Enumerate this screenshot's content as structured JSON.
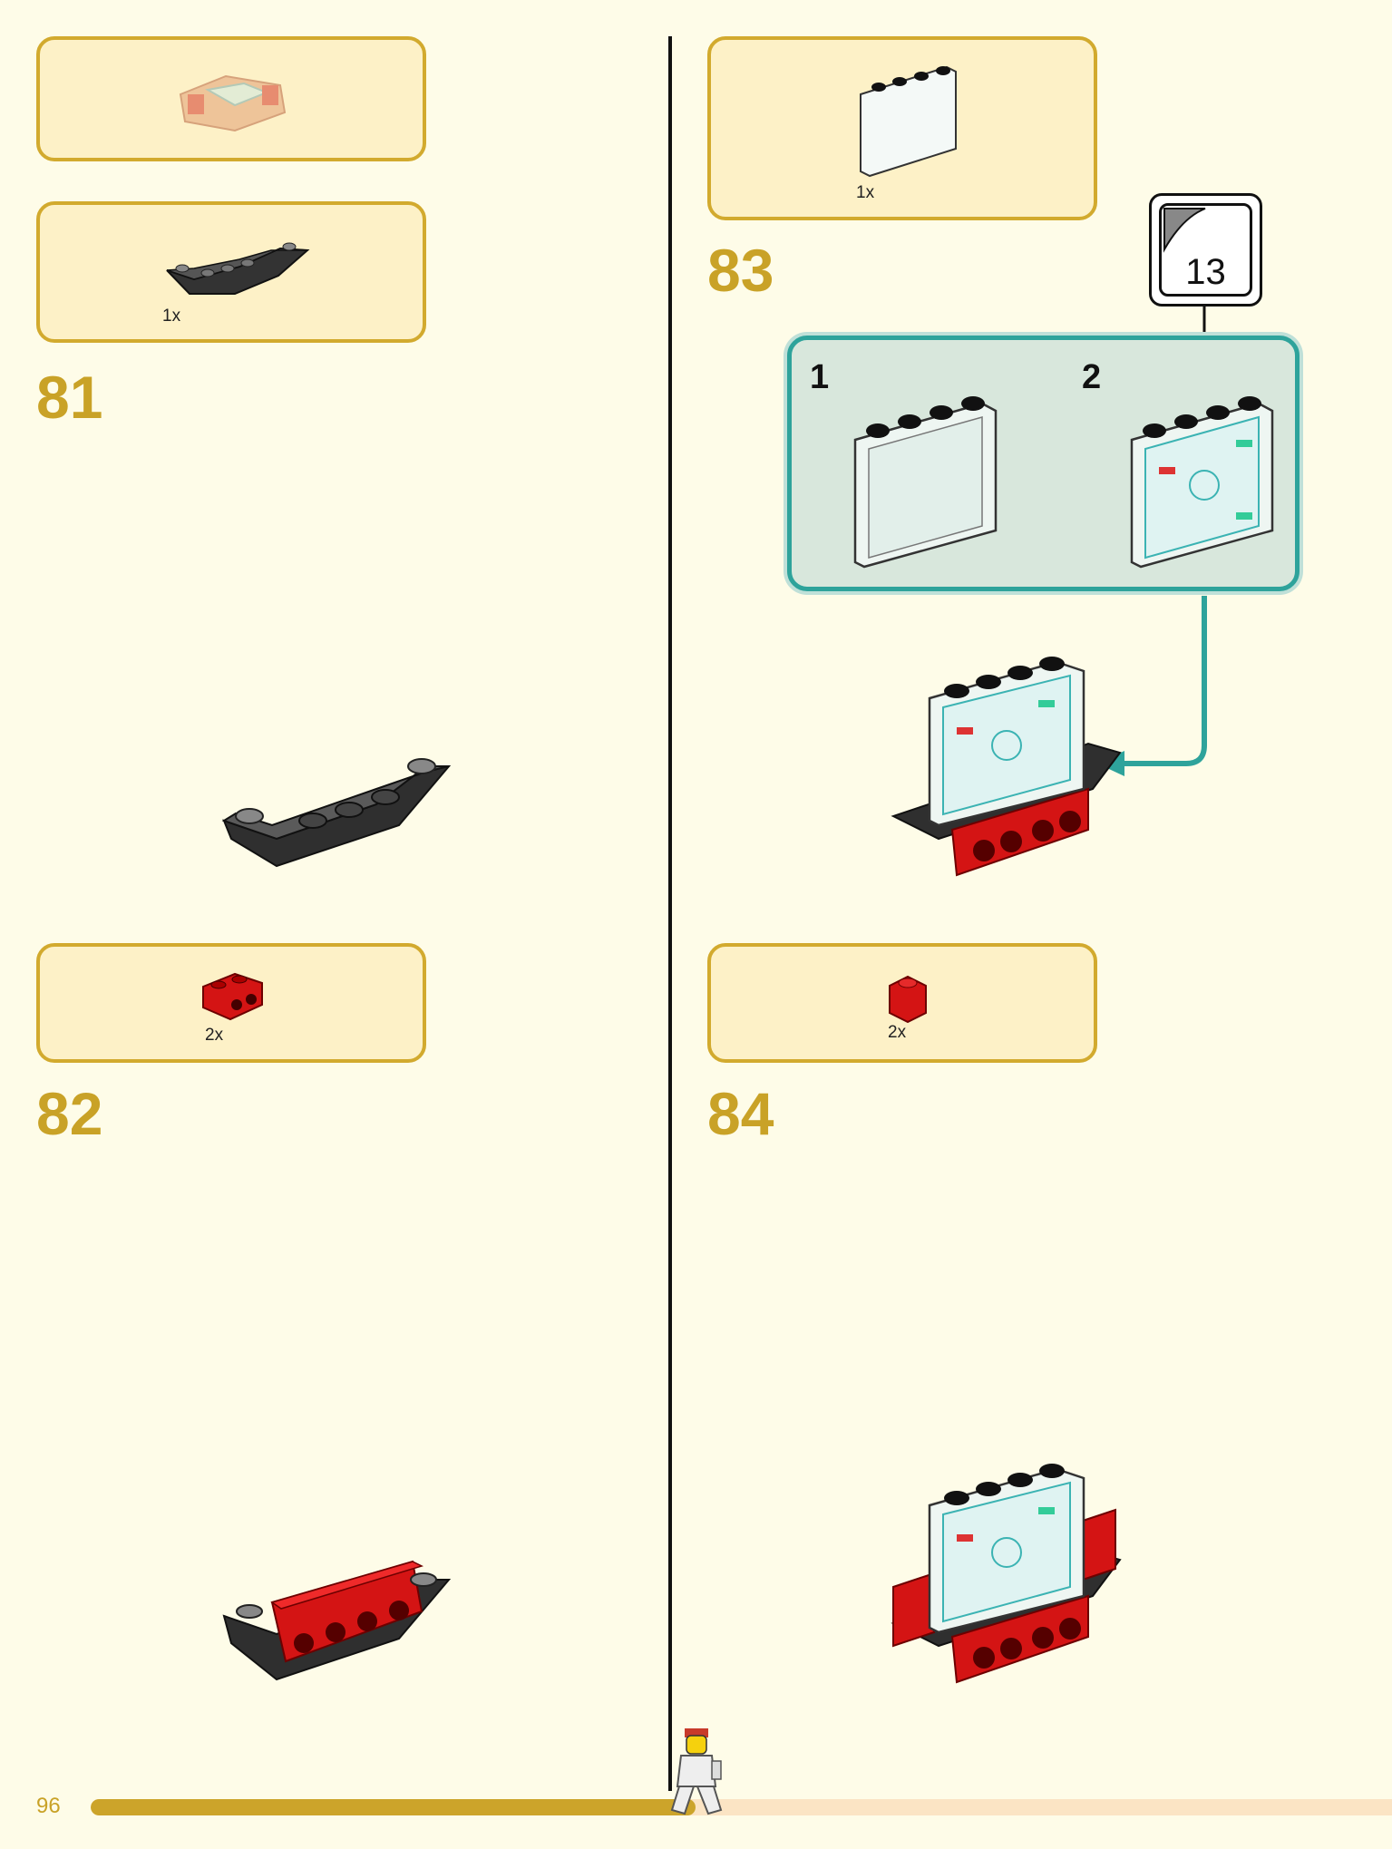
{
  "page": {
    "page_number": "96",
    "progress_fraction": 0.465
  },
  "steps": [
    {
      "number": "81",
      "quantity": "1x",
      "part": "dark-gray-inverted-slope-brick"
    },
    {
      "number": "82",
      "quantity": "2x",
      "part": "red-bracket-brick"
    },
    {
      "number": "83",
      "quantity": "1x",
      "part": "transparent-panel",
      "substeps": [
        "1",
        "2"
      ],
      "sticker": "13"
    },
    {
      "number": "84",
      "quantity": "2x",
      "part": "red-1x1-brick"
    }
  ],
  "colors": {
    "accent_gold": "#c9a227",
    "parts_box_fill": "#fdf1c7",
    "teal_panel": "#2ea39b",
    "brick_red": "#d41414",
    "brick_dark": "#3a3a3a"
  }
}
